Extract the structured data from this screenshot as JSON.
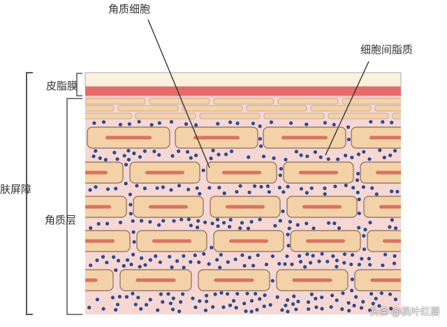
{
  "labels": {
    "corneocyte": "角质细胞",
    "intercellular_lipid": "细胞间脂质",
    "sebum_film": "皮脂膜",
    "skin_barrier": "肤屏障",
    "stratum_corneum": "角质层"
  },
  "watermark": {
    "prefix": "头条",
    "handle": "@枫叶红唇"
  },
  "colors": {
    "sebum_film": "#fbf1dc",
    "red_layer": "#e86b6b",
    "background": "#f6d7d4",
    "cell_fill": "#f3d2a7",
    "cell_border": "#8a6a59",
    "nucleus": "#d9735f",
    "lipid_dot": "#2d4a8a",
    "outline": "#555555",
    "text": "#333333"
  }
}
